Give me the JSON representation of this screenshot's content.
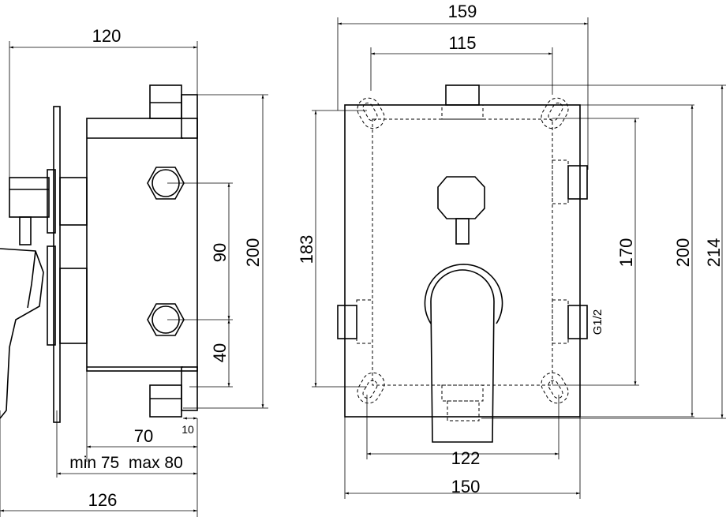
{
  "side_view": {
    "dim_total_width": "120",
    "dim_height": "200",
    "dim_outlet_spacing": "90",
    "dim_bottom_outlet": "40",
    "dim_body_depth": "70",
    "dim_offset": "10",
    "dim_install_depth": "min 75  max 80",
    "dim_overall_depth": "126"
  },
  "front_view": {
    "dim_outer_width": "159",
    "dim_inner_width": "115",
    "dim_left_height": "183",
    "dim_inner_height": "170",
    "dim_plate_height": "200",
    "dim_overall_height": "214",
    "dim_bottom_spacing": "122",
    "dim_plate_width": "150",
    "thread_label": "G1/2"
  }
}
